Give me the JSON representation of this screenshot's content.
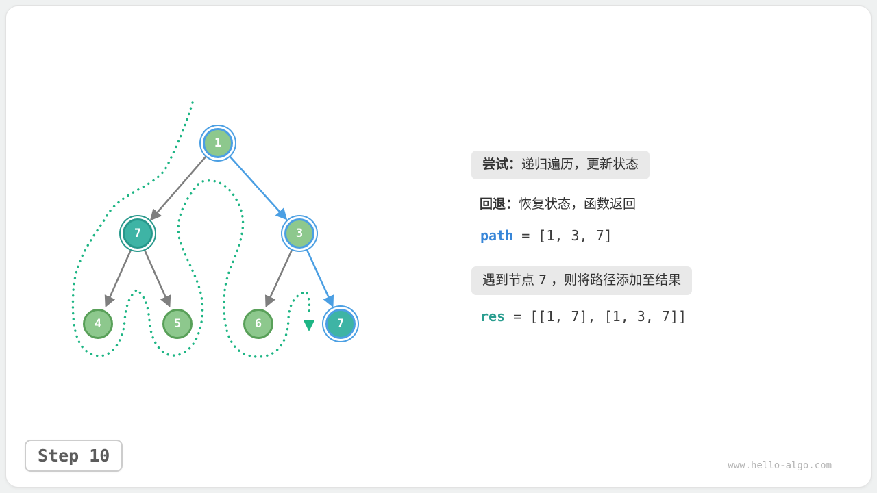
{
  "panel": {
    "try_box": {
      "bold": "尝试：",
      "text": "递归遍历，更新状态"
    },
    "back_line": {
      "bold": "回退：",
      "text": "恢复状态，函数返回"
    },
    "path_line": {
      "var": "path",
      "value": " = [1, 3, 7]"
    },
    "note_box": {
      "text": "遇到节点 7 ，则将路径添加至结果"
    },
    "res_line": {
      "var": "res",
      "value": " = [[1, 7], [1, 3, 7]]"
    }
  },
  "tree": {
    "nodes": [
      {
        "label": "1",
        "state": "in-path",
        "style": "green-blue-ring"
      },
      {
        "label": "7",
        "state": "solution-visited",
        "style": "teal-teal-ring"
      },
      {
        "label": "3",
        "state": "in-path",
        "style": "green-blue-ring"
      },
      {
        "label": "4",
        "state": "visited",
        "style": "green"
      },
      {
        "label": "5",
        "state": "visited",
        "style": "green"
      },
      {
        "label": "6",
        "state": "visited",
        "style": "green"
      },
      {
        "label": "7",
        "state": "in-path-solution",
        "style": "teal-blue-ring"
      }
    ],
    "edges": [
      {
        "from": "1",
        "to": "7",
        "highlight": false
      },
      {
        "from": "1",
        "to": "3",
        "highlight": true
      },
      {
        "from": "7",
        "to": "4",
        "highlight": false
      },
      {
        "from": "7",
        "to": "5",
        "highlight": false
      },
      {
        "from": "3",
        "to": "6",
        "highlight": false
      },
      {
        "from": "3",
        "to": "7",
        "highlight": true
      }
    ]
  },
  "step": {
    "label": "Step 10"
  },
  "watermark": {
    "text": "www.hello-algo.com"
  },
  "colors": {
    "blue": "#4b9fe3",
    "code_blue": "#3886d8",
    "code_teal": "#2a9d8f",
    "green_fill": "#8dc88d",
    "green_border": "#59a059",
    "teal_fill": "#3eb4a5",
    "teal_border": "#27988b",
    "edge_gray": "#7f7f7f",
    "dotted": "#1db584"
  }
}
